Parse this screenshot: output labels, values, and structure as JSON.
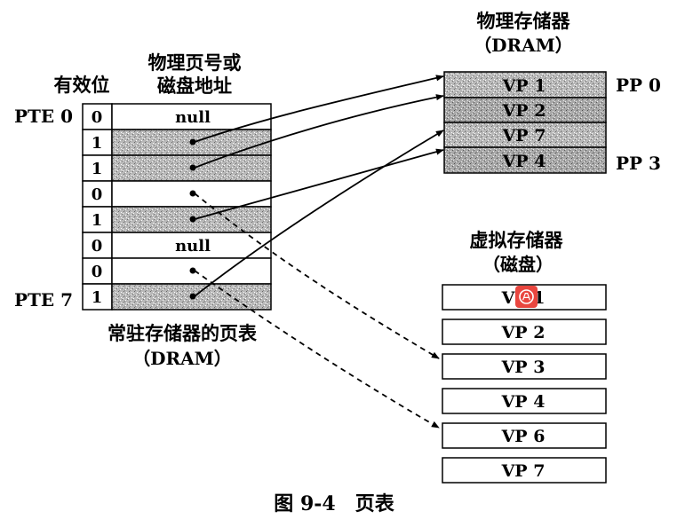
{
  "header": {
    "valid_bit_label": "有效位",
    "ppn_label_line1": "物理页号或",
    "ppn_label_line2": "磁盘地址"
  },
  "physical_memory": {
    "title_line1": "物理存储器",
    "title_line2": "（DRAM）",
    "pages": [
      "VP 1",
      "VP 2",
      "VP 7",
      "VP 4"
    ],
    "pp_first": "PP 0",
    "pp_last": "PP 3"
  },
  "page_table": {
    "pte_first_label": "PTE 0",
    "pte_last_label": "PTE 7",
    "entries": [
      {
        "valid": "0",
        "addr": "null"
      },
      {
        "valid": "1",
        "addr": ""
      },
      {
        "valid": "1",
        "addr": ""
      },
      {
        "valid": "0",
        "addr": ""
      },
      {
        "valid": "1",
        "addr": ""
      },
      {
        "valid": "0",
        "addr": "null"
      },
      {
        "valid": "0",
        "addr": ""
      },
      {
        "valid": "1",
        "addr": ""
      }
    ],
    "caption_line1": "常驻存储器的页表",
    "caption_line2": "（DRAM）"
  },
  "virtual_memory": {
    "title_line1": "虚拟存储器",
    "title_line2": "（磁盘）",
    "pages": [
      "VP 1",
      "VP 2",
      "VP 3",
      "VP 4",
      "VP 6",
      "VP 7"
    ]
  },
  "figure_caption": "图 9-4　页表"
}
